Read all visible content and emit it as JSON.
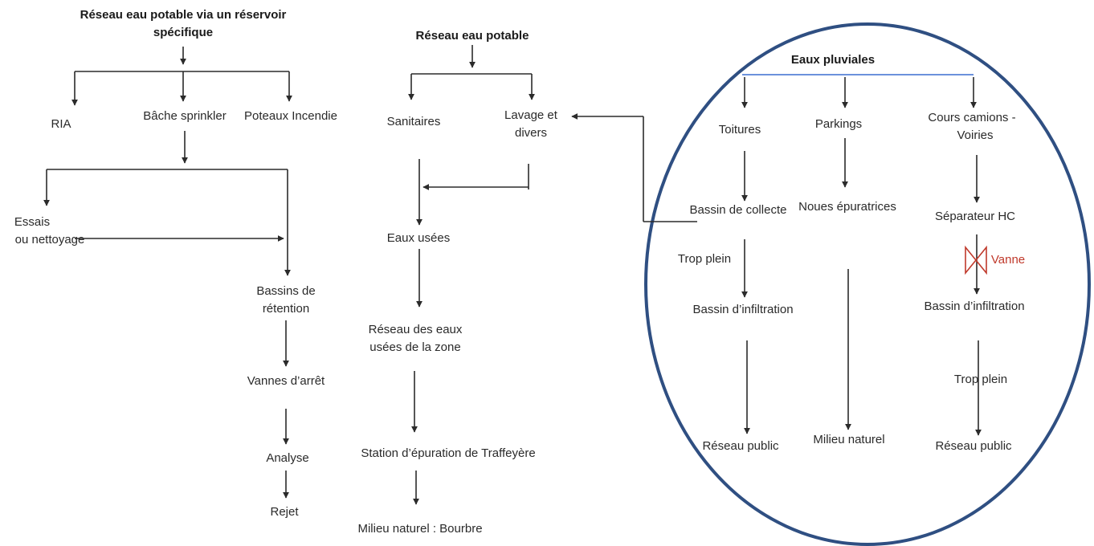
{
  "left": {
    "title_line1": "Réseau eau potable via un réservoir",
    "title_line2": "spécifique",
    "ria": "RIA",
    "bache": "Bâche sprinkler",
    "poteaux": "Poteaux Incendie",
    "essais_line1": "Essais",
    "essais_line2": "ou nettoyage",
    "bassins_line1": "Bassins de",
    "bassins_line2": "rétention",
    "vannes": "Vannes d’arrêt",
    "analyse": "Analyse",
    "rejet": "Rejet"
  },
  "middle": {
    "title": "Réseau eau potable",
    "sanitaires": "Sanitaires",
    "lavage_line1": "Lavage et",
    "lavage_line2": "divers",
    "eaux_usees": "Eaux usées",
    "reseau_line1": "Réseau des eaux",
    "reseau_line2": "usées de la zone",
    "station": "Station d’épuration de Traffeyère",
    "milieu": "Milieu naturel : Bourbre"
  },
  "right": {
    "title": "Eaux pluviales",
    "toitures": "Toitures",
    "parkings": "Parkings",
    "cours_line1": "Cours camions -",
    "cours_line2": "Voiries",
    "bassin_collecte": "Bassin de collecte",
    "noues": "Noues épuratrices",
    "separateur": "Séparateur HC",
    "vanne": "Vanne",
    "trop_plein_1": "Trop plein",
    "bassin_infiltration_1": "Bassin d’infiltration",
    "bassin_infiltration_2": "Bassin d’infiltration",
    "trop_plein_2": "Trop plein",
    "reseau_public_1": "Réseau public",
    "milieu_naturel": "Milieu naturel",
    "reseau_public_2": "Réseau public"
  },
  "colors": {
    "line": "#2b2b2b",
    "ellipse": "#2f4f82",
    "title_rule": "#3b6fd1",
    "vanne": "#c0392b"
  }
}
